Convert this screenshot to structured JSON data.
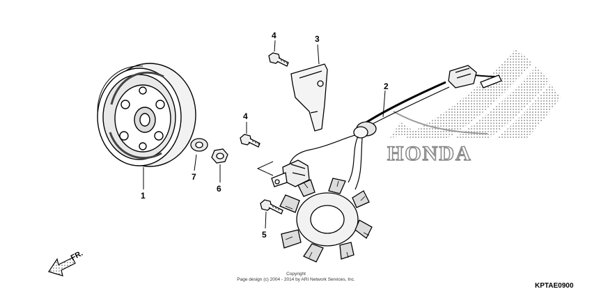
{
  "diagram": {
    "brand_watermark": "HONDA",
    "direction_label": "FR.",
    "diagram_code": "KPTAE0900",
    "copyright_line1": "Copyright",
    "copyright_line2": "Page design (c) 2004 - 2014 by ARI Network Services, Inc.",
    "callouts": [
      "1",
      "2",
      "3",
      "4",
      "4",
      "5",
      "6",
      "7"
    ]
  }
}
